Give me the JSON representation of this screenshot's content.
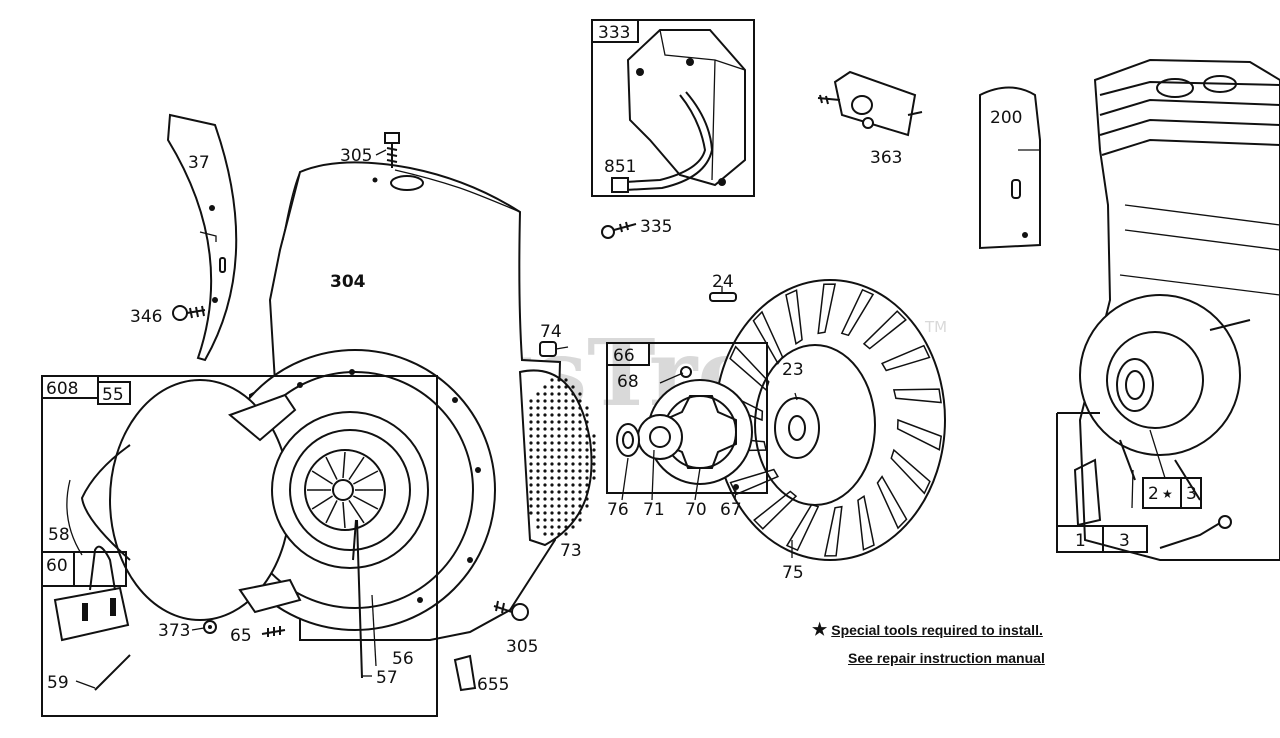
{
  "watermark": {
    "text": "PartsTree",
    "tm": "TM"
  },
  "labels": {
    "l333": "333",
    "l851": "851",
    "l335": "335",
    "l363": "363",
    "l200": "200",
    "l37": "37",
    "l305a": "305",
    "l304": "304",
    "l346": "346",
    "l74": "74",
    "l24": "24",
    "l23": "23",
    "l66": "66",
    "l68": "68",
    "l76": "76",
    "l71": "71",
    "l70": "70",
    "l67": "67",
    "l73": "73",
    "l75": "75",
    "l608": "608",
    "l55": "55",
    "l58": "58",
    "l60": "60",
    "l59": "59",
    "l373": "373",
    "l65": "65",
    "l56": "56",
    "l57": "57",
    "l305b": "305",
    "l655": "655",
    "l2": "2",
    "l3a": "3",
    "l1": "1",
    "l3b": "3"
  },
  "note": {
    "star": "★",
    "line1": "Special tools required to install.",
    "line2": "See repair instruction manual"
  },
  "colors": {
    "ink": "#111111",
    "watermark": "#d9d9d9",
    "background": "#ffffff"
  }
}
